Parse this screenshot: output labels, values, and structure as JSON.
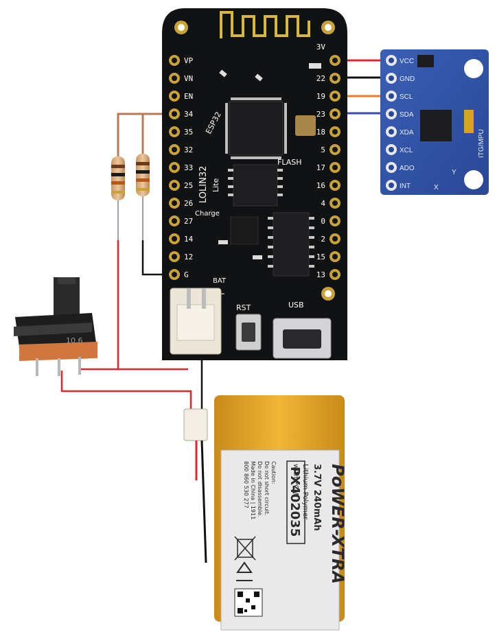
{
  "board": {
    "chip_label": "ESP32",
    "name_line1": "LOLIN32",
    "name_line2": "Lite",
    "flash_label": "FLASH",
    "charge_label": "Charge",
    "bat_label": "BAT",
    "rst_label": "RST",
    "usb_label": "USB",
    "plus_label": "+",
    "minus_label": "−",
    "left_pins": [
      "VP",
      "VN",
      "EN",
      "34",
      "35",
      "32",
      "33",
      "25",
      "26",
      "27",
      "14",
      "12",
      "G"
    ],
    "right_pins": [
      "3V",
      "22",
      "19",
      "23",
      "18",
      "5",
      "17",
      "16",
      "4",
      "0",
      "2",
      "15",
      "13"
    ]
  },
  "sensor": {
    "model_label": "ITG/MPU",
    "pins": [
      "VCC",
      "GND",
      "SCL",
      "SDA",
      "XDA",
      "XCL",
      "ADO",
      "INT"
    ],
    "axis_x": "X",
    "axis_y": "Y"
  },
  "switch": {
    "marking": "10.6"
  },
  "battery": {
    "brand": "PoWER-XTRA",
    "model": "PX402035",
    "spec": "3.7V 240mAh",
    "chemistry": "Lithium Polymer",
    "pcm": "with PCM",
    "caution_lines": [
      "Caution:",
      "Do not short circuit.",
      "Do not disassemble.",
      "Made in China | 1911",
      "800 860 530 277"
    ]
  },
  "wire_colors": {
    "vcc": "#e0262c",
    "gnd": "#111111",
    "scl": "#ef7d2a",
    "sda": "#3a49b0",
    "sense": "#b87a55"
  }
}
